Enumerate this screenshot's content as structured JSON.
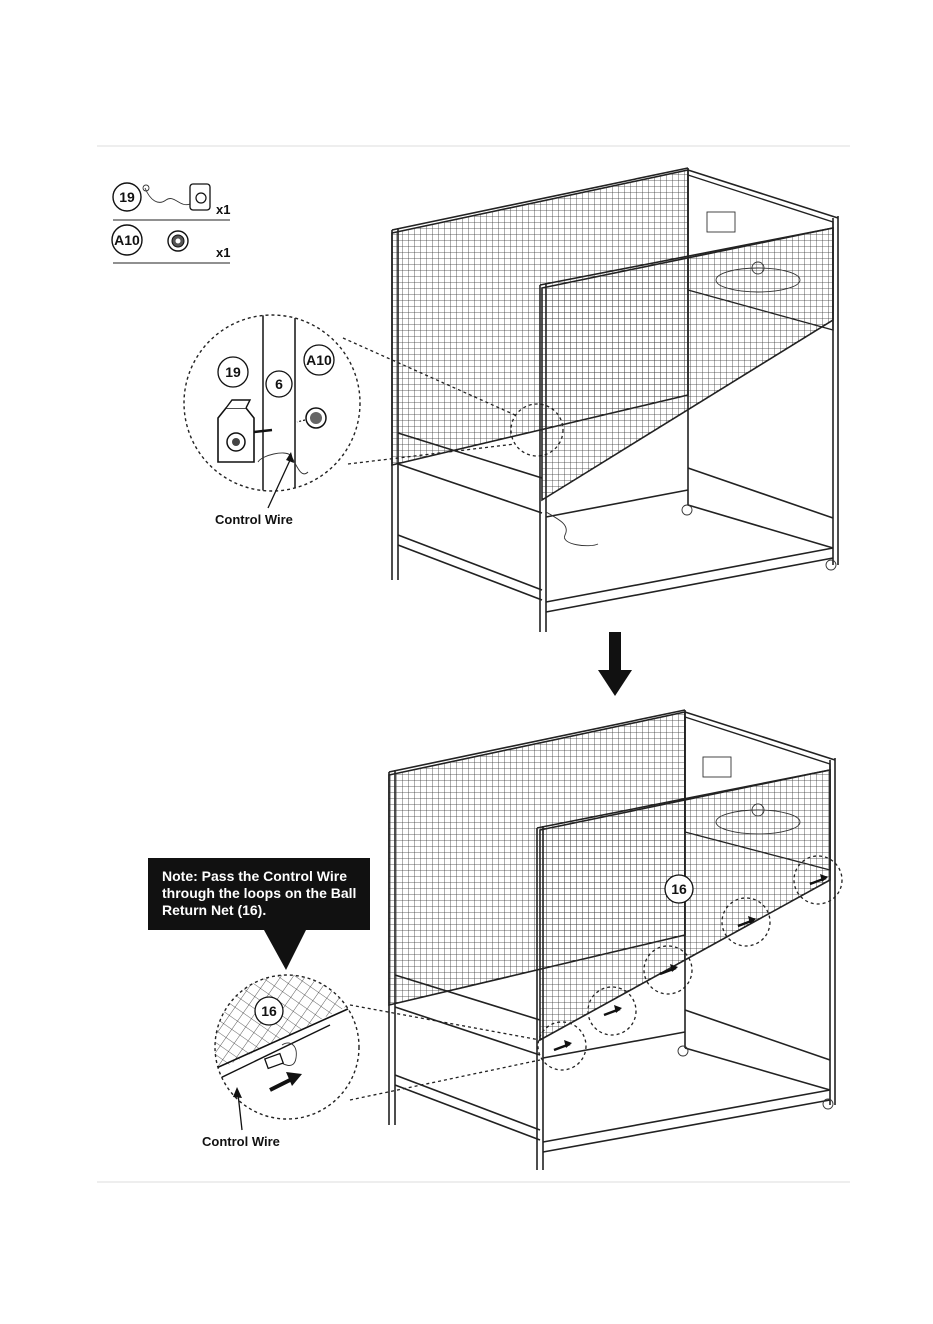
{
  "parts": [
    {
      "id": "19",
      "qty": "x1",
      "icon": "clip-with-wire-icon"
    },
    {
      "id": "A10",
      "qty": "x1",
      "icon": "knob-icon"
    }
  ],
  "step1": {
    "detail_labels": [
      "19",
      "6",
      "A10"
    ],
    "wire_label": "Control Wire"
  },
  "step2": {
    "note_lines": [
      "Note: Pass the Control Wire",
      "through the loops on the Ball",
      "Return Net (16)."
    ],
    "net_badge": "16",
    "detail_badge": "16",
    "wire_label": "Control Wire"
  },
  "colors": {
    "line": "#222222",
    "callout_bg": "#111111",
    "arrow": "#111111"
  },
  "icons": [
    "down-arrow-icon",
    "push-arrow-icon"
  ]
}
